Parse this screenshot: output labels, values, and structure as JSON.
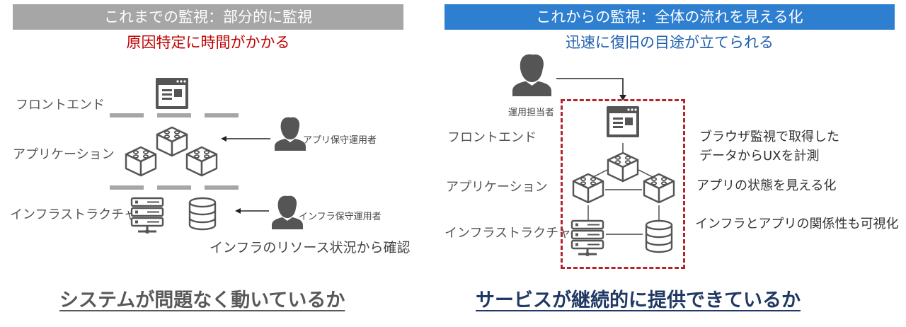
{
  "left": {
    "header": "これまでの監視：部分的に監視",
    "subtitle": "原因特定に時間がかかる",
    "layers": [
      "フロントエンド",
      "アプリケーション",
      "インフラストラクチャー"
    ],
    "app_role": "アプリ保守運用者",
    "infra_role": "インフラ保守運用者",
    "infra_note": "インフラのリソース状況から確認",
    "bottom": "システムが問題なく動いているか"
  },
  "right": {
    "header": "これからの監視：全体の流れを見える化",
    "subtitle": "迅速に復旧の目途が立てられる",
    "operator": "運用担当者",
    "layers": [
      "フロントエンド",
      "アプリケーション",
      "インフラストラクチャー"
    ],
    "notes": [
      "ブラウザ監視で取得した",
      "データからUXを計測",
      "アプリの状態を見える化",
      "インフラとアプリの関係性も可視化"
    ],
    "bottom": "サービスが継続的に提供できているか"
  },
  "colors": {
    "left_header_bg": "#a6a6a6",
    "right_header_bg": "#2e7fd0",
    "left_subtitle": "#c00000",
    "right_subtitle": "#1f5fae",
    "dashed_box": "#b2262b",
    "icon": "#555555"
  },
  "icons": [
    "browser-window-icon",
    "app-block-icon",
    "server-icon",
    "database-icon",
    "person-icon"
  ]
}
